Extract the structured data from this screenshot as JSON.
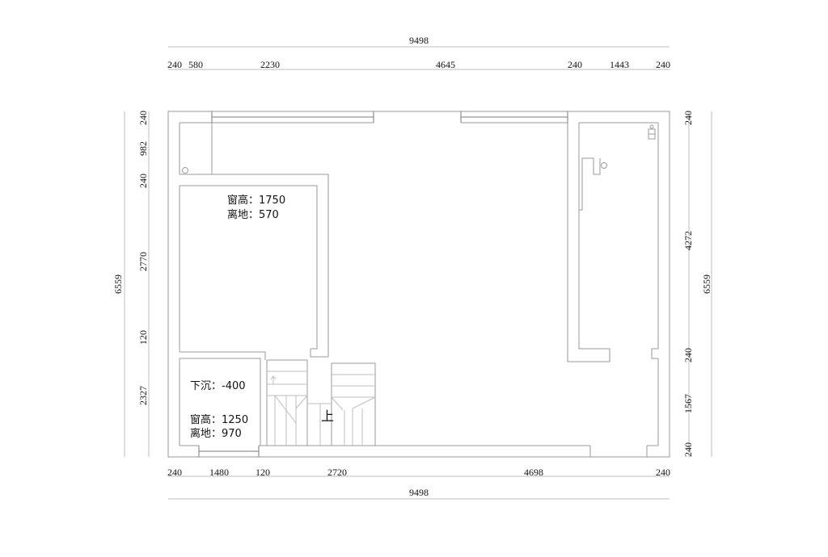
{
  "dimensions": {
    "top_total": "9498",
    "top_segments": [
      "240",
      "580",
      "2230",
      "4645",
      "240",
      "1443",
      "240"
    ],
    "bottom_segments": [
      "240",
      "1480",
      "120",
      "2720",
      "4698",
      "240"
    ],
    "bottom_total": "9498",
    "left_total": "6559",
    "left_segments": [
      "240",
      "982",
      "240",
      "2770",
      "120",
      "2327"
    ],
    "right_total": "6559",
    "right_segments": [
      "240",
      "4272",
      "240",
      "1567",
      "240"
    ]
  },
  "notes": {
    "window_a_height": "窗高：1750",
    "window_a_floor": "离地：570",
    "sunken": "下沉：-400",
    "window_b_height": "窗高：1250",
    "window_b_floor": "离地：970"
  },
  "stair_label": "上"
}
